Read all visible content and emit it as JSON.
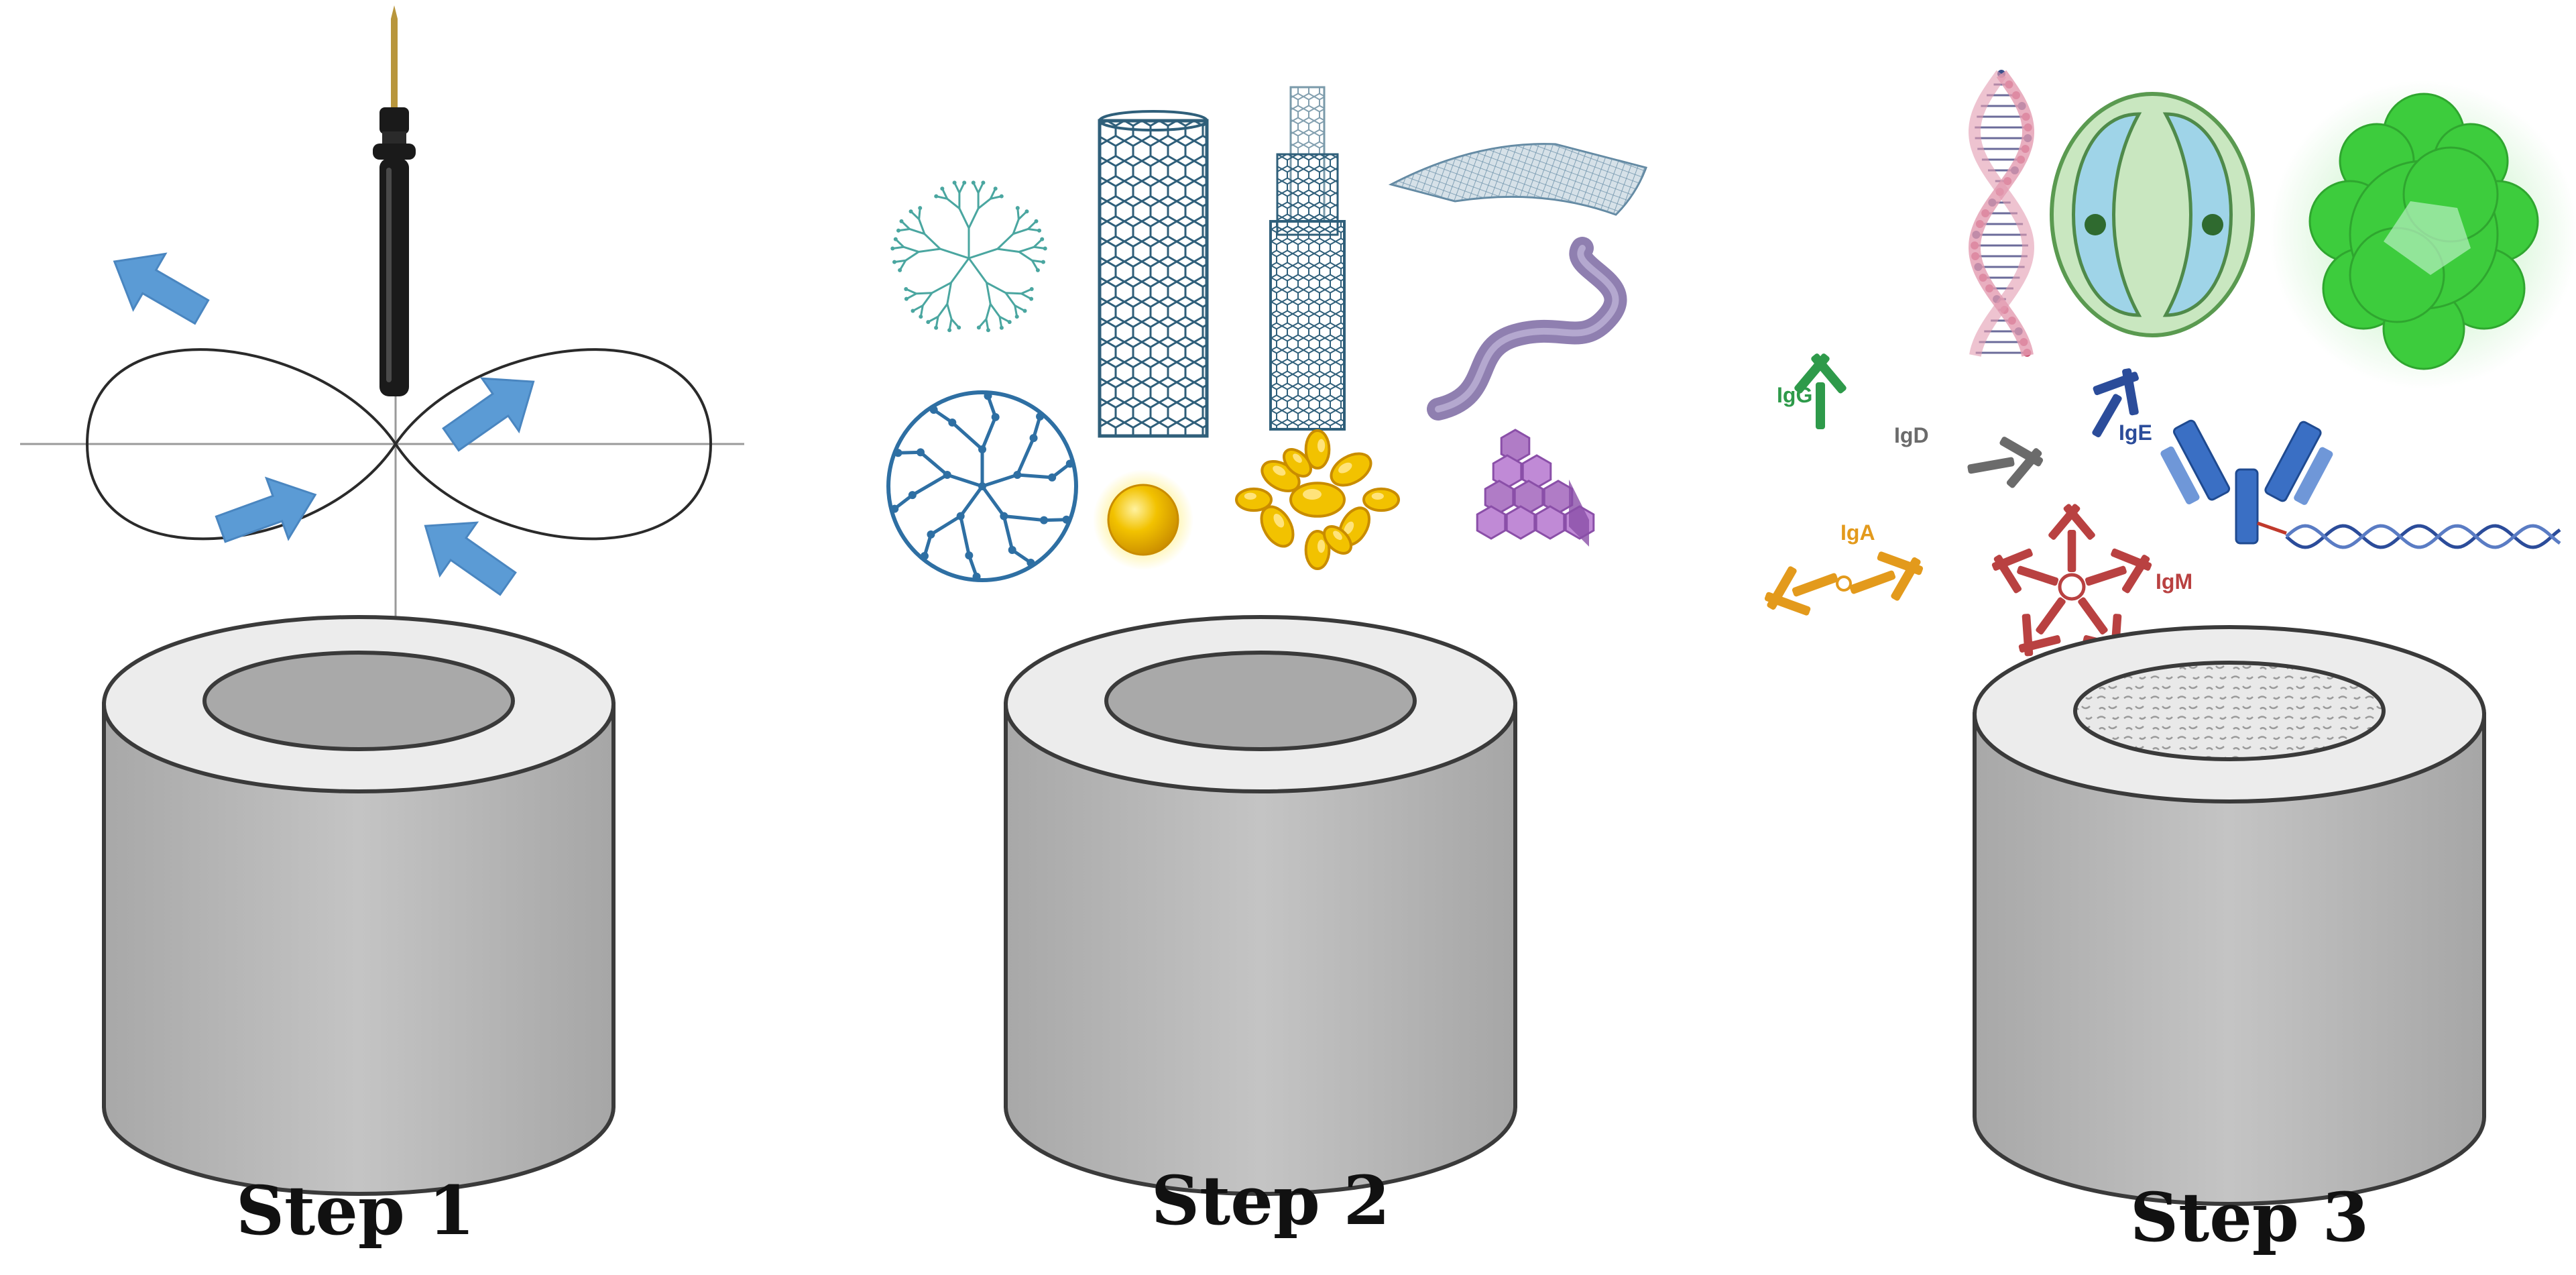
{
  "steps": [
    {
      "label": "Step 1"
    },
    {
      "label": "Step 2"
    },
    {
      "label": "Step 3"
    }
  ],
  "antibodies": {
    "igg": "IgG",
    "igd": "IgD",
    "ige": "IgE",
    "iga": "IgA",
    "igm": "IgM"
  },
  "colors": {
    "arrow": "#5b9bd5",
    "electrode_body": "#1a1a1a",
    "electrode_tip": "#b8963c",
    "cylinder_side": "#bdbdbd",
    "cylinder_top": "#ececec",
    "cylinder_well": "#a9a9a9",
    "carbon": "#2f5f7a",
    "gold": "#f2c200",
    "polymer": "#8f7fb0",
    "pyramid": "#b07cc6",
    "dna_pink": "#e39bb0",
    "chloroplast": "#8fcf8a",
    "protein_green": "#3dcc3d",
    "igg": "#2e9a4a",
    "igd": "#6b6b6b",
    "ige": "#2b4c9a",
    "iga": "#e39a1c",
    "igm": "#b94141"
  },
  "icons": {
    "electrode": "electrode-icon",
    "arrows": "arrow-icon",
    "dendrimer": "dendrimer-icon",
    "nanotube": "carbon-nanotube-icon",
    "graphene": "graphene-sheet-icon",
    "fullerene": "fullerene-icon",
    "gold_nanoparticle": "gold-nanoparticle-icon",
    "gold_nanocluster": "gold-nanocluster-icon",
    "polymer_chain": "polymer-chain-icon",
    "pyramid_cluster": "pyramid-cluster-icon",
    "dna": "dna-helix-icon",
    "chloroplast": "chloroplast-icon",
    "protein": "protein-icon"
  }
}
